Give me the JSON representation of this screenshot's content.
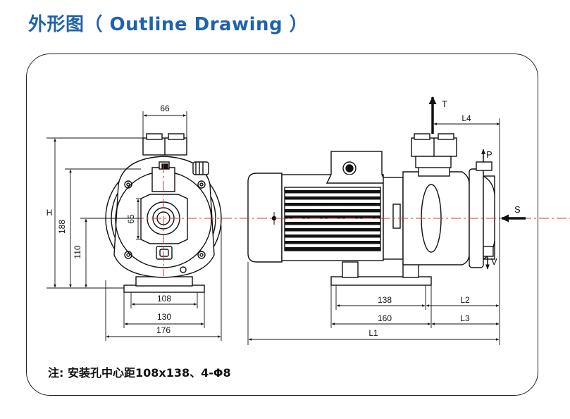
{
  "title": "外形图（ Outline Drawing ）",
  "note": "注: 安装孔中心距108x138、4-Φ8",
  "front_view": {
    "dim_top": "66",
    "dim_height": "H",
    "dim_188": "188",
    "dim_110": "110",
    "dim_65": "65",
    "dim_108": "108",
    "dim_130": "130",
    "dim_176": "176"
  },
  "side_view": {
    "label_t": "T",
    "label_p": "P",
    "label_s": "S",
    "label_v": "V",
    "dim_l4": "L4",
    "dim_138": "138",
    "dim_160": "160",
    "dim_l2": "L2",
    "dim_l3": "L3",
    "dim_l1": "L1"
  },
  "colors": {
    "title": "#1f62ad",
    "centerline": "#e03030",
    "outline": "#111111"
  }
}
